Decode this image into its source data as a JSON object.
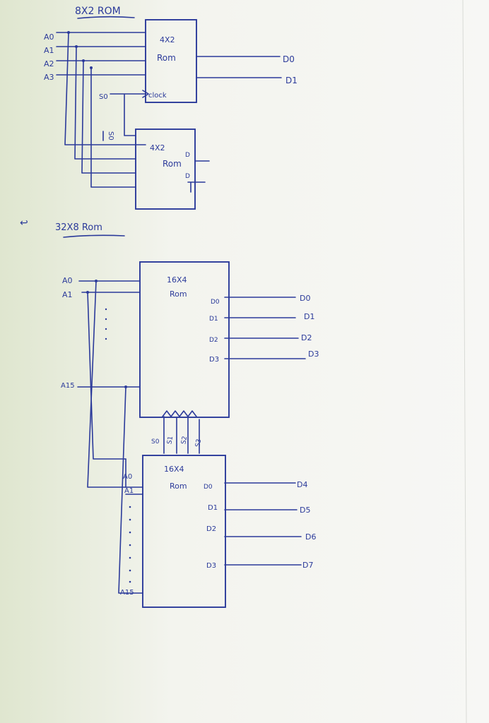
{
  "diagram_1": {
    "title": "8X2 ROM",
    "inputs": [
      "A0",
      "A1",
      "A2",
      "A3"
    ],
    "rom_top": {
      "line1": "4X2",
      "line2": "Rom",
      "clock": "clock"
    },
    "rom_bottom": {
      "line1": "4X2",
      "line2": "Rom",
      "out0": "D",
      "out1": "D"
    },
    "select": "S0",
    "select_bar": "S0",
    "outputs": [
      "D0",
      "D1"
    ]
  },
  "arrow": "↩",
  "diagram_2": {
    "title": "32X8 Rom",
    "rom_top": {
      "line1": "16X4",
      "line2": "Rom",
      "inputs": [
        "A0",
        "A1",
        "A15"
      ],
      "pins": [
        "D0",
        "D1",
        "D2",
        "D3"
      ],
      "outputs": [
        "D0",
        "D1",
        "D2",
        "D3"
      ]
    },
    "select_pins": [
      "S0",
      "S1",
      "S2",
      "S3"
    ],
    "rom_bottom": {
      "line1": "16X4",
      "line2": "Rom",
      "inputs": [
        "A0",
        "A1",
        "A15"
      ],
      "pins": [
        "D0",
        "D1",
        "D2",
        "D3"
      ],
      "outputs": [
        "D4",
        "D5",
        "D6",
        "D7"
      ]
    }
  }
}
